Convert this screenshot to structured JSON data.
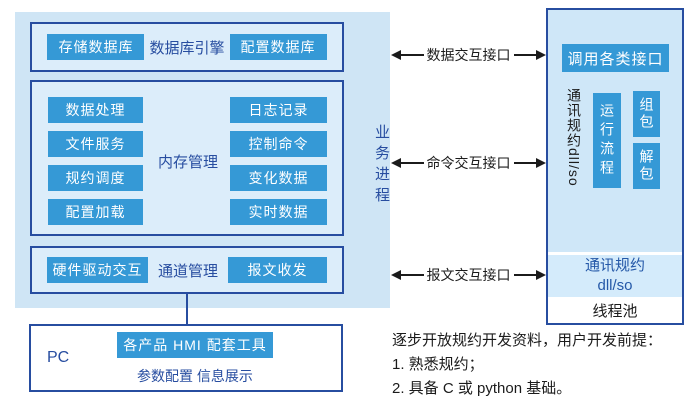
{
  "colors": {
    "panel_bg": "#cfe5f5",
    "inner_box_bg": "#dcedfa",
    "navy": "#274da0",
    "chip_blue": "#3599d6",
    "band_bg": "#d4ebfb",
    "band_text_blue": "#2458a8",
    "arrow_black": "#1b1b1b"
  },
  "left_panel": {
    "vertical_label": "业务进程",
    "db_box": {
      "left_chip": "存储数据库",
      "center_label": "数据库引擎",
      "right_chip": "配置数据库"
    },
    "memory_box": {
      "center_label": "内存管理",
      "left_chips": [
        "数据处理",
        "文件服务",
        "规约调度",
        "配置加载"
      ],
      "right_chips": [
        "日志记录",
        "控制命令",
        "变化数据",
        "实时数据"
      ]
    },
    "channel_box": {
      "left_chip": "硬件驱动交互",
      "center_label": "通道管理",
      "right_chip": "报文收发"
    }
  },
  "pc_box": {
    "label": "PC",
    "chip": "各产品 HMI 配套工具",
    "subtitle": "参数配置 信息展示"
  },
  "arrows": [
    {
      "label": "数据交互接口"
    },
    {
      "label": "命令交互接口"
    },
    {
      "label": "报文交互接口"
    }
  ],
  "right_panel": {
    "top_chip": "调用各类接口",
    "vertical_label": "通讯规约dll/so",
    "flow_chip": "运行流程",
    "pack_chip": "组包",
    "unpack_chip": "解包",
    "band_line1": "通讯规约",
    "band_line2": "dll/so",
    "thread_pool": "线程池"
  },
  "note": {
    "line1": "逐步开放规约开发资料，用户开发前提：",
    "line2": "1. 熟悉规约；",
    "line3": "2. 具备 C 或 python 基础。"
  }
}
